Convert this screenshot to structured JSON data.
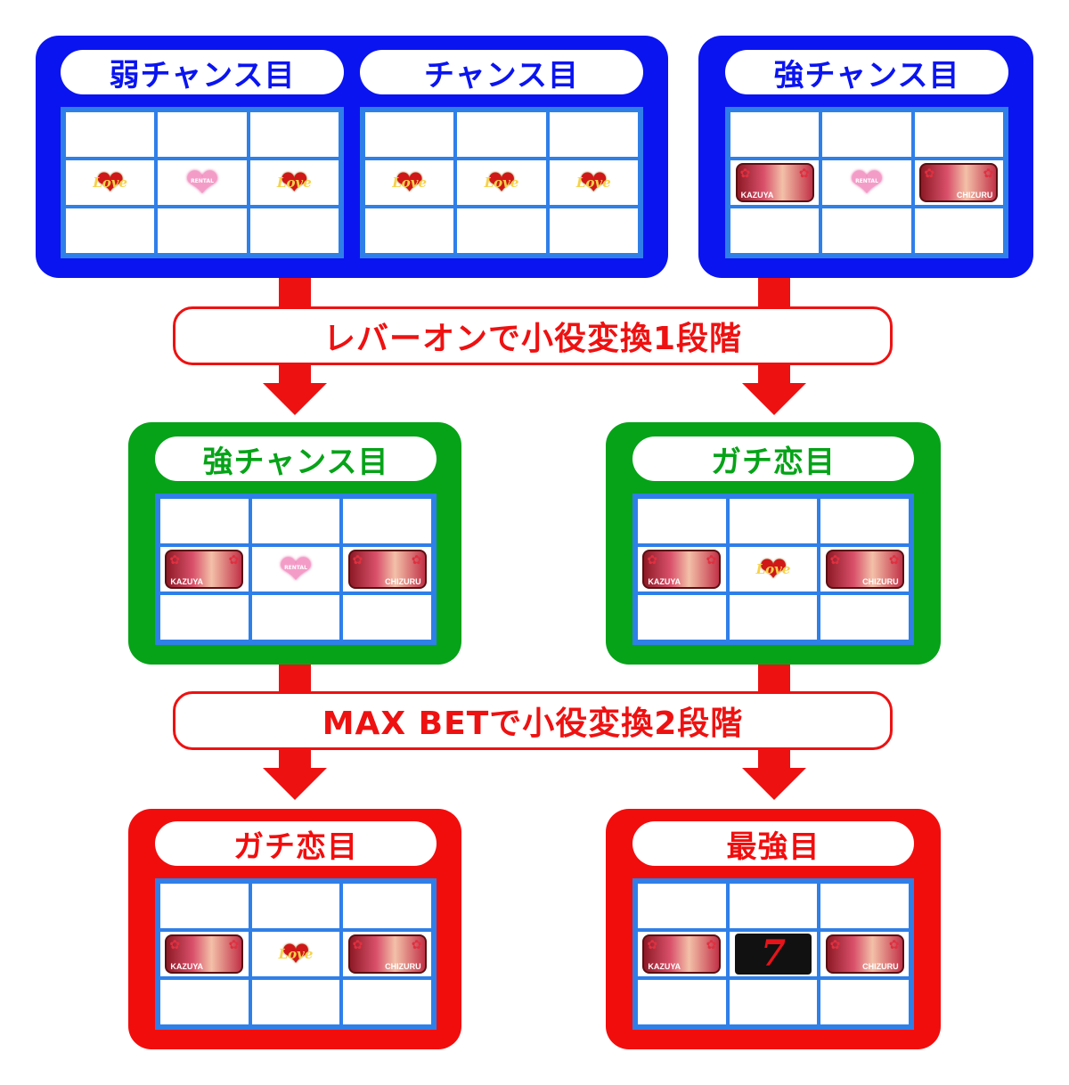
{
  "colors": {
    "blue": "#0a14f0",
    "green": "#06a318",
    "red": "#f20d0d",
    "arrow": "#ee1111",
    "grid": "#2f7fe8"
  },
  "top": {
    "weak_chance": {
      "title": "弱チャンス目",
      "middle_row": [
        "love-symbol",
        "rental-heart-symbol",
        "love-symbol"
      ]
    },
    "chance": {
      "title": "チャンス目",
      "middle_row": [
        "love-symbol",
        "love-symbol",
        "love-symbol"
      ]
    },
    "strong_chance": {
      "title": "強チャンス目",
      "middle_row": [
        "kazuya-symbol",
        "rental-heart-symbol",
        "chizuru-symbol"
      ]
    }
  },
  "step1": {
    "label": "レバーオンで小役変換1段階"
  },
  "middle": {
    "strong_chance": {
      "title": "強チャンス目",
      "middle_row": [
        "kazuya-symbol",
        "rental-heart-symbol",
        "chizuru-symbol"
      ]
    },
    "gachi_koi": {
      "title": "ガチ恋目",
      "middle_row": [
        "kazuya-symbol",
        "love-symbol",
        "chizuru-symbol"
      ]
    }
  },
  "step2": {
    "label": "MAX BETで小役変換2段階"
  },
  "bottom": {
    "gachi_koi": {
      "title": "ガチ恋目",
      "middle_row": [
        "kazuya-symbol",
        "love-symbol",
        "chizuru-symbol"
      ]
    },
    "strongest": {
      "title": "最強目",
      "middle_row": [
        "kazuya-symbol",
        "seven-symbol",
        "chizuru-symbol"
      ]
    }
  },
  "symbols": {
    "love_text": "Love",
    "rental_text": "RENTAL",
    "kazuya_text": "KAZUYA",
    "chizuru_text": "CHIZURU",
    "seven_text": "7"
  }
}
